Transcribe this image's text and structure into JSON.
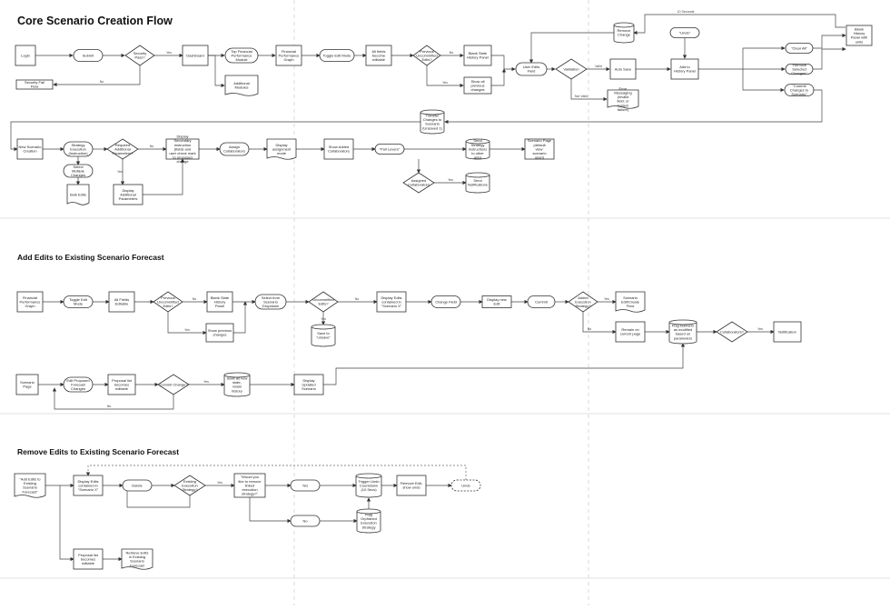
{
  "titles": {
    "core": "Core Scenario Creation Flow",
    "add": "Add Edits to Existing Scenario Forecast",
    "remove": "Remove Edits to Existing Scenario Forecast"
  },
  "nodes": {
    "login": "Login",
    "submit": "Submit",
    "security_pass": "Security Pass?",
    "dashboard": "Dashboard",
    "top_fin_perf": "Top Financial Performance Module",
    "fin_perf_graph": "Financial Performance Graph",
    "toggle_edit": "Toggle Edit Mode",
    "all_fields_editable": "All fields become editable",
    "prev_uncommitted": "Previous Uncommitted Edits?",
    "blank_slate": "Blank Slate History Panel",
    "show_prev_changes": "Show all previous changes",
    "user_edits_field": "User Edits Field",
    "validation": "Validation",
    "auto_save": "Auto Save",
    "add_history": "Add to History Panel",
    "remove_change": "Remove Change",
    "undo": "\"Undo\"",
    "blank_history_units": "Blank History Panel with units",
    "clear_all": "\"Clear All\"",
    "remove_selected": "\"Remove Selected Changes\"",
    "commit_changes": "\"Commit Changes to Scenario\"",
    "error_msg": "Error Messaging (invalid field; or system failure)",
    "additional_modules": "Additional Modules",
    "security_fail": "Security Fail Flow",
    "transfer_changes": "Transfer Changes to Scenario (Unsaved 1)",
    "new_scenario": "New Scenario Creation",
    "strategy_exec": "Strategy Execution (Instruction)",
    "req_params": "Required Additional Parameters?",
    "display_secondary": "Display Secondary Instruction (fields and user check mark to proposed change",
    "assign_collab": "Assign Collaborators",
    "display_assign_mode": "Display assignment mode",
    "show_added_collab": "Show Added Collaborators",
    "pull_levers": "\"Pull Levers\"",
    "send_strategy": "Send Strategy Instructions to other apps",
    "scenario_page_default": "Scenario Page (default view: scenario open)",
    "assigned_collab": "Assigned Collaborators",
    "send_notifications": "Send Notifications",
    "select_multiple": "Select Multiple Changes",
    "bulk_edits": "Bulk Edits",
    "display_additional_params": "Display Additional Parameters",
    "fin_perf_graph_2": "Financial Performance Graph",
    "toggle_edit_2": "Toggle Edit Mode",
    "all_fields_editable_2": "All Fields Editable",
    "prev_uncommitted_2": "Previous Uncommitted Edits?",
    "blank_slate_2": "Blank Slate History Panel",
    "show_prev_changes_2": "Show previous changes",
    "select_from_dropdown": "Select from Scenario Dropdown",
    "uncommitted_edits": "Uncommitted Edits?",
    "display_edits_2": "Display Edits contained in \"Scenario X\"",
    "change_field": "Change Field",
    "display_new_edit": "Display new Edit",
    "commit_2": "Commit",
    "added_exec_strategy": "Added Execution Strategy?",
    "scenario_edit_flow": "Scenario Edit/Create Flow",
    "save_to_unsave": "Save to \"unsave\"",
    "remain_current_page": "Remain on current page",
    "flag_scenario": "Flag scenario as modified based on parameters",
    "collaborators_q": "Collaborators?",
    "notification": "Notification",
    "scenario_page_2": "Scenario Page",
    "edit_proposed": "Edit Proposed Forecast Changes",
    "proposal_editable": "Proposal list becomes editable",
    "commit_change_q": "Commit Change?",
    "save_new_state": "Save as new state, retain history",
    "display_updated": "Display Updated Scenario",
    "add_edits_ref": "\"Add Edits to Existing Scenario Forecast\"",
    "display_edits_3": "Display Edits contained in \"Scenario X\"",
    "delete": "Delete",
    "existing_exec_strategy": "Existing Execution Strategy?",
    "would_you_like": "\"Would you like to remove linked execution strategy?\"",
    "yes": "Yes",
    "no": "No",
    "trigger_undo": "Trigger Undo Countdown (10 Secs)",
    "flag_orphaned": "Flag Orphaned Execution Strategy",
    "remove_edit_undo": "Remove Edit, show undo",
    "undo_2": "Undo",
    "proposal_list_editable_3": "Proposal list becomes editable",
    "retrieve_edits": "Retrieve Edits in Existing Scenario Forecast"
  },
  "edge_labels": {
    "yes": "Yes",
    "no": "No",
    "valid": "Valid",
    "not_valid": "Not Valid",
    "secs_10": "10 Seconds"
  }
}
